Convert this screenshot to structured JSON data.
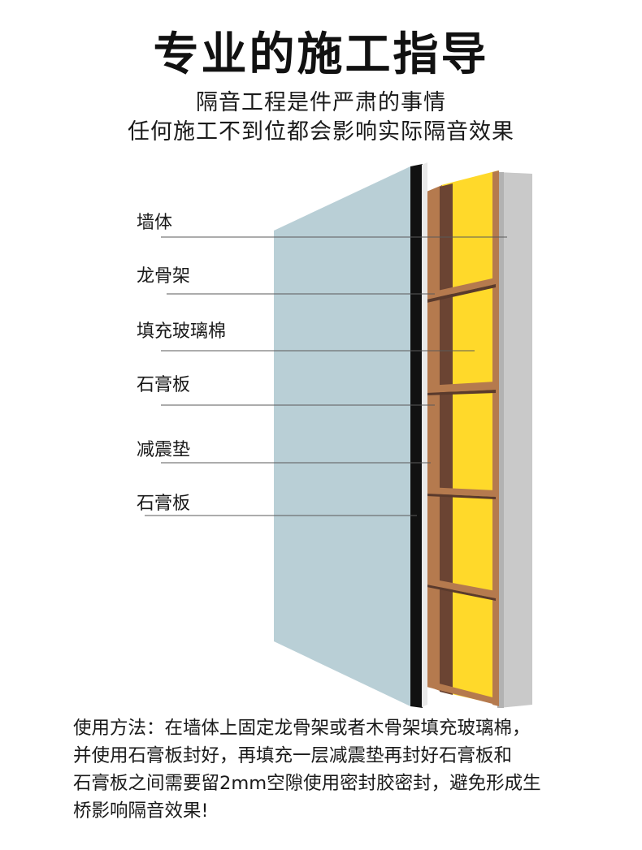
{
  "title": "专业的施工指导",
  "subtitle_lines": [
    "隔音工程是件严肃的事情",
    "任何施工不到位都会影响实际隔音效果"
  ],
  "layers": [
    "墙体",
    "龙骨架",
    "填充玻璃棉",
    "石膏板",
    "减震垫",
    "石膏板"
  ],
  "usage_lines": [
    "使用方法：在墙体上固定龙骨架或者木骨架填充玻璃棉，",
    "并使用石膏板封好，再填充一层减震垫再封好石膏板和",
    "石膏板之间需要留2mm空隙使用密封胶密封，避免形成生",
    "桥影响隔音效果!"
  ],
  "colors": {
    "wall": "#c9c9c9",
    "wall_side": "#a9a9a9",
    "glass_wool": "#ffd92a",
    "wood_frame": "#b57a4e",
    "wood_dark": "#5a3a2c",
    "damping_mat": "#111111",
    "gypsum_board": "#b9cfd6"
  }
}
